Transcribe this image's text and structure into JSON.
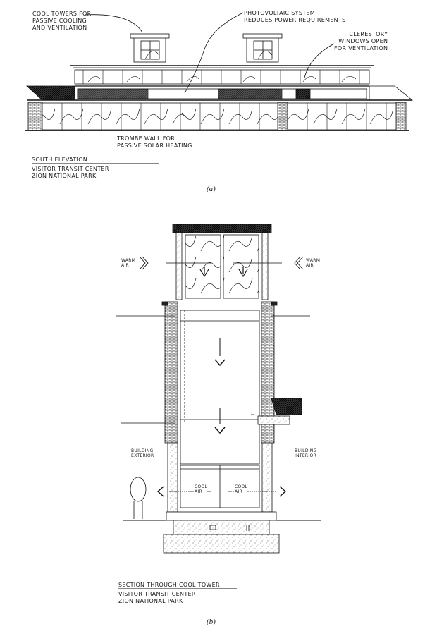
{
  "panel_a": {
    "callouts": {
      "cool_towers": [
        "COOL TOWERS FOR",
        "PASSIVE COOLING",
        "AND VENTILATION"
      ],
      "photovoltaic": [
        "PHOTOVOLTAIC SYSTEM",
        "REDUCES POWER REQUIREMENTS"
      ],
      "clerestory": [
        "CLERESTORY",
        "WINDOWS OPEN",
        "FOR VENTILATION"
      ],
      "trombe": [
        "TROMBE WALL FOR",
        "PASSIVE SOLAR HEATING"
      ]
    },
    "title_block": {
      "title": "SOUTH  ELEVATION",
      "line1": "VISITOR TRANSIT CENTER",
      "line2": "ZION NATIONAL PARK"
    },
    "caption": "(a)"
  },
  "panel_b": {
    "labels": {
      "warm_air_left": [
        "WARM",
        "AIR"
      ],
      "warm_air_right": [
        "WARM",
        "AIR"
      ],
      "building_exterior": [
        "BUILDING",
        "EXTERIOR"
      ],
      "building_interior": [
        "BUILDING",
        "INTERIOR"
      ],
      "cool_air_left": [
        "COOL",
        "AIR"
      ],
      "cool_air_right": [
        "COOL",
        "AIR"
      ]
    },
    "title_block": {
      "title": "SECTION THROUGH COOL TOWER",
      "line1": "VISITOR TRANSIT CENTER",
      "line2": "ZION NATIONAL PARK"
    },
    "caption": "(b)"
  }
}
